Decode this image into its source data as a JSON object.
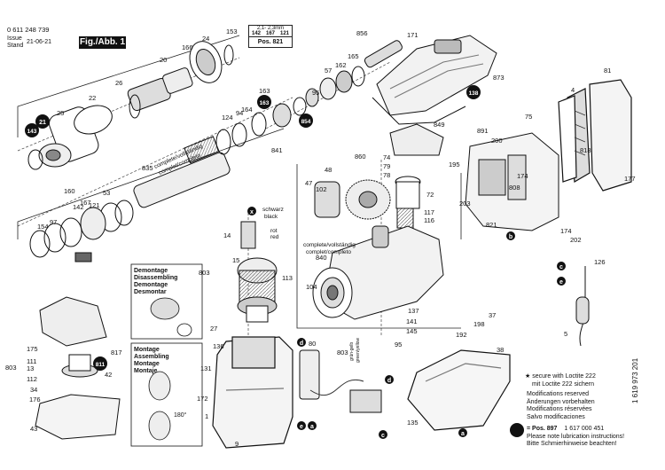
{
  "header": {
    "part_number": "0 611 248 739",
    "issue_label": "Issue",
    "stand_label": "Stand",
    "date": "21-06-21",
    "figure": "Fig./Abb. 1"
  },
  "pos821_box": {
    "range": "2,1- 2,3mm",
    "parts": [
      "142",
      "167",
      "121"
    ],
    "caption": "Pos. 821"
  },
  "labels": {
    "complete1": "complete/vollständig",
    "complete2": "complet/completo",
    "complete3": "complete/vollständig",
    "complete4": "complet/completo",
    "schwarz": "schwarz",
    "black": "black",
    "rot": "rot",
    "red": "red",
    "gruen": "grün-gelb",
    "green": "green/yellow"
  },
  "boxes": {
    "demontage": [
      "Demontage",
      "Disassembling",
      "Demontage",
      "Desmontar"
    ],
    "montage": [
      "Montage",
      "Assembling",
      "Montage",
      "Montaje"
    ],
    "angle": "180°"
  },
  "notes": {
    "star": "★",
    "loctite": [
      "secure with Loctite 222",
      "mit Loctite 222 sichern"
    ],
    "modifications": [
      "Modifications reserved",
      "Änderungen vorbehalten",
      "Modifications réservées",
      "Salvo modificaciones"
    ],
    "pos897_label": "= Pos. 897",
    "pos897_number": "1 617 000 451",
    "lubrication": [
      "Please note lubrication instructions!",
      "Bitte Schmierhinweise beachten!"
    ]
  },
  "side_code": "1 619 973 201",
  "callouts_black": [
    "21",
    "143",
    "163",
    "854",
    "138",
    "811"
  ],
  "part_numbers": [
    "153",
    "166",
    "24",
    "20",
    "26",
    "22",
    "25",
    "856",
    "171",
    "165",
    "162",
    "57",
    "95",
    "873",
    "81",
    "4",
    "164",
    "124",
    "94",
    "163",
    "841",
    "835",
    "849",
    "891",
    "200",
    "75",
    "818",
    "177",
    "860",
    "48",
    "47",
    "102",
    "74",
    "79",
    "78",
    "72",
    "117",
    "116",
    "195",
    "174",
    "808",
    "203",
    "174",
    "202",
    "821",
    "160",
    "53",
    "121",
    "167",
    "97",
    "154",
    "142",
    "14",
    "803",
    "15",
    "113",
    "27",
    "136",
    "131",
    "172",
    "1",
    "9",
    "840",
    "104",
    "137",
    "141",
    "145",
    "95",
    "803",
    "192",
    "198",
    "37",
    "126",
    "5",
    "80",
    "135",
    "38",
    "175",
    "111",
    "13",
    "112",
    "817",
    "42",
    "34",
    "176",
    "43",
    "803"
  ],
  "letters": [
    "a",
    "b",
    "c",
    "d",
    "e",
    "x"
  ]
}
